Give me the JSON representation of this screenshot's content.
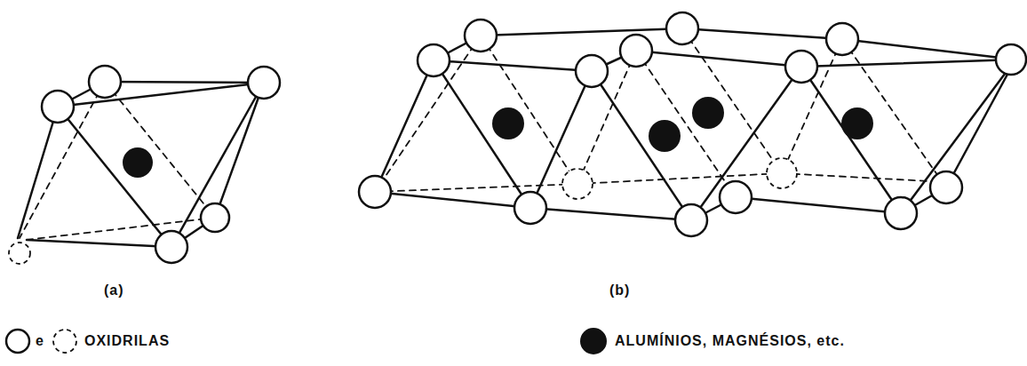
{
  "diagram": {
    "labels": [
      "(a)",
      "(b)",
      "e"
    ],
    "legend": [
      {
        "text": "OXIDRILAS"
      },
      {
        "text": "ALUMÍNIOS, MAGNÉSIOS, etc."
      }
    ]
  }
}
